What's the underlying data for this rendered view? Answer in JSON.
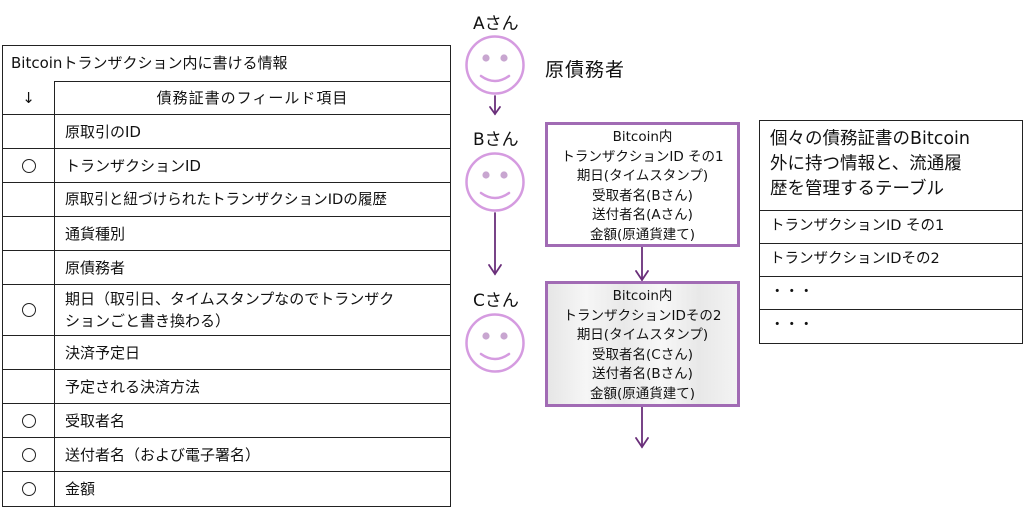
{
  "left_table": {
    "title": "Bitcoinトランザクション内に書ける情報",
    "arrow_mark": "↓",
    "column_header": "債務証書のフィールド項目",
    "rows": [
      {
        "marked": false,
        "label": "原取引のID"
      },
      {
        "marked": true,
        "label": "トランザクションID"
      },
      {
        "marked": false,
        "label": "原取引と紐づけられたトランザクションIDの履歴"
      },
      {
        "marked": false,
        "label": "通貨種別"
      },
      {
        "marked": false,
        "label": "原債務者"
      },
      {
        "marked": true,
        "label": "期日（取引日、タイムスタンプなのでトランザクションごと書き換わる）",
        "lines": [
          "期日（取引日、タイムスタンプなのでトランザク",
          "ションごと書き換わる）"
        ]
      },
      {
        "marked": false,
        "label": "決済予定日"
      },
      {
        "marked": false,
        "label": "予定される決済方法"
      },
      {
        "marked": true,
        "label": "受取者名"
      },
      {
        "marked": true,
        "label": "送付者名（および電子署名）"
      },
      {
        "marked": true,
        "label": "金額"
      }
    ]
  },
  "flow": {
    "persons": [
      {
        "name": "Aさん",
        "role": "原債務者",
        "icon": "smiley-face-icon"
      },
      {
        "name": "Bさん",
        "role": "",
        "icon": "smiley-face-icon"
      },
      {
        "name": "Cさん",
        "role": "",
        "icon": "smiley-face-icon"
      }
    ],
    "transactions": [
      {
        "lines": [
          "Bitcoin内",
          "トランザクションID その1",
          "期日(タイムスタンプ)",
          "受取者名(Bさん)",
          "送付者名(Aさん)",
          "金額(原通貨建て)"
        ]
      },
      {
        "lines": [
          "Bitcoin内",
          "トランザクションIDその2",
          "期日(タイムスタンプ)",
          "受取者名(Cさん)",
          "送付者名(Bさん)",
          "金額(原通貨建て)"
        ]
      }
    ],
    "colors": {
      "box_border": "#a16bb4",
      "arrow": "#6a2f7a",
      "smiley": "#d59be0",
      "smiley_eyes": "#c8a6d0"
    }
  },
  "right_table": {
    "header_lines": [
      "個々の債務証書のBitcoin",
      "外に持つ情報と、流通履",
      "歴を管理するテーブル"
    ],
    "rows": [
      "トランザクションID その1",
      "トランザクションIDその2",
      "・・・",
      "・・・"
    ]
  }
}
